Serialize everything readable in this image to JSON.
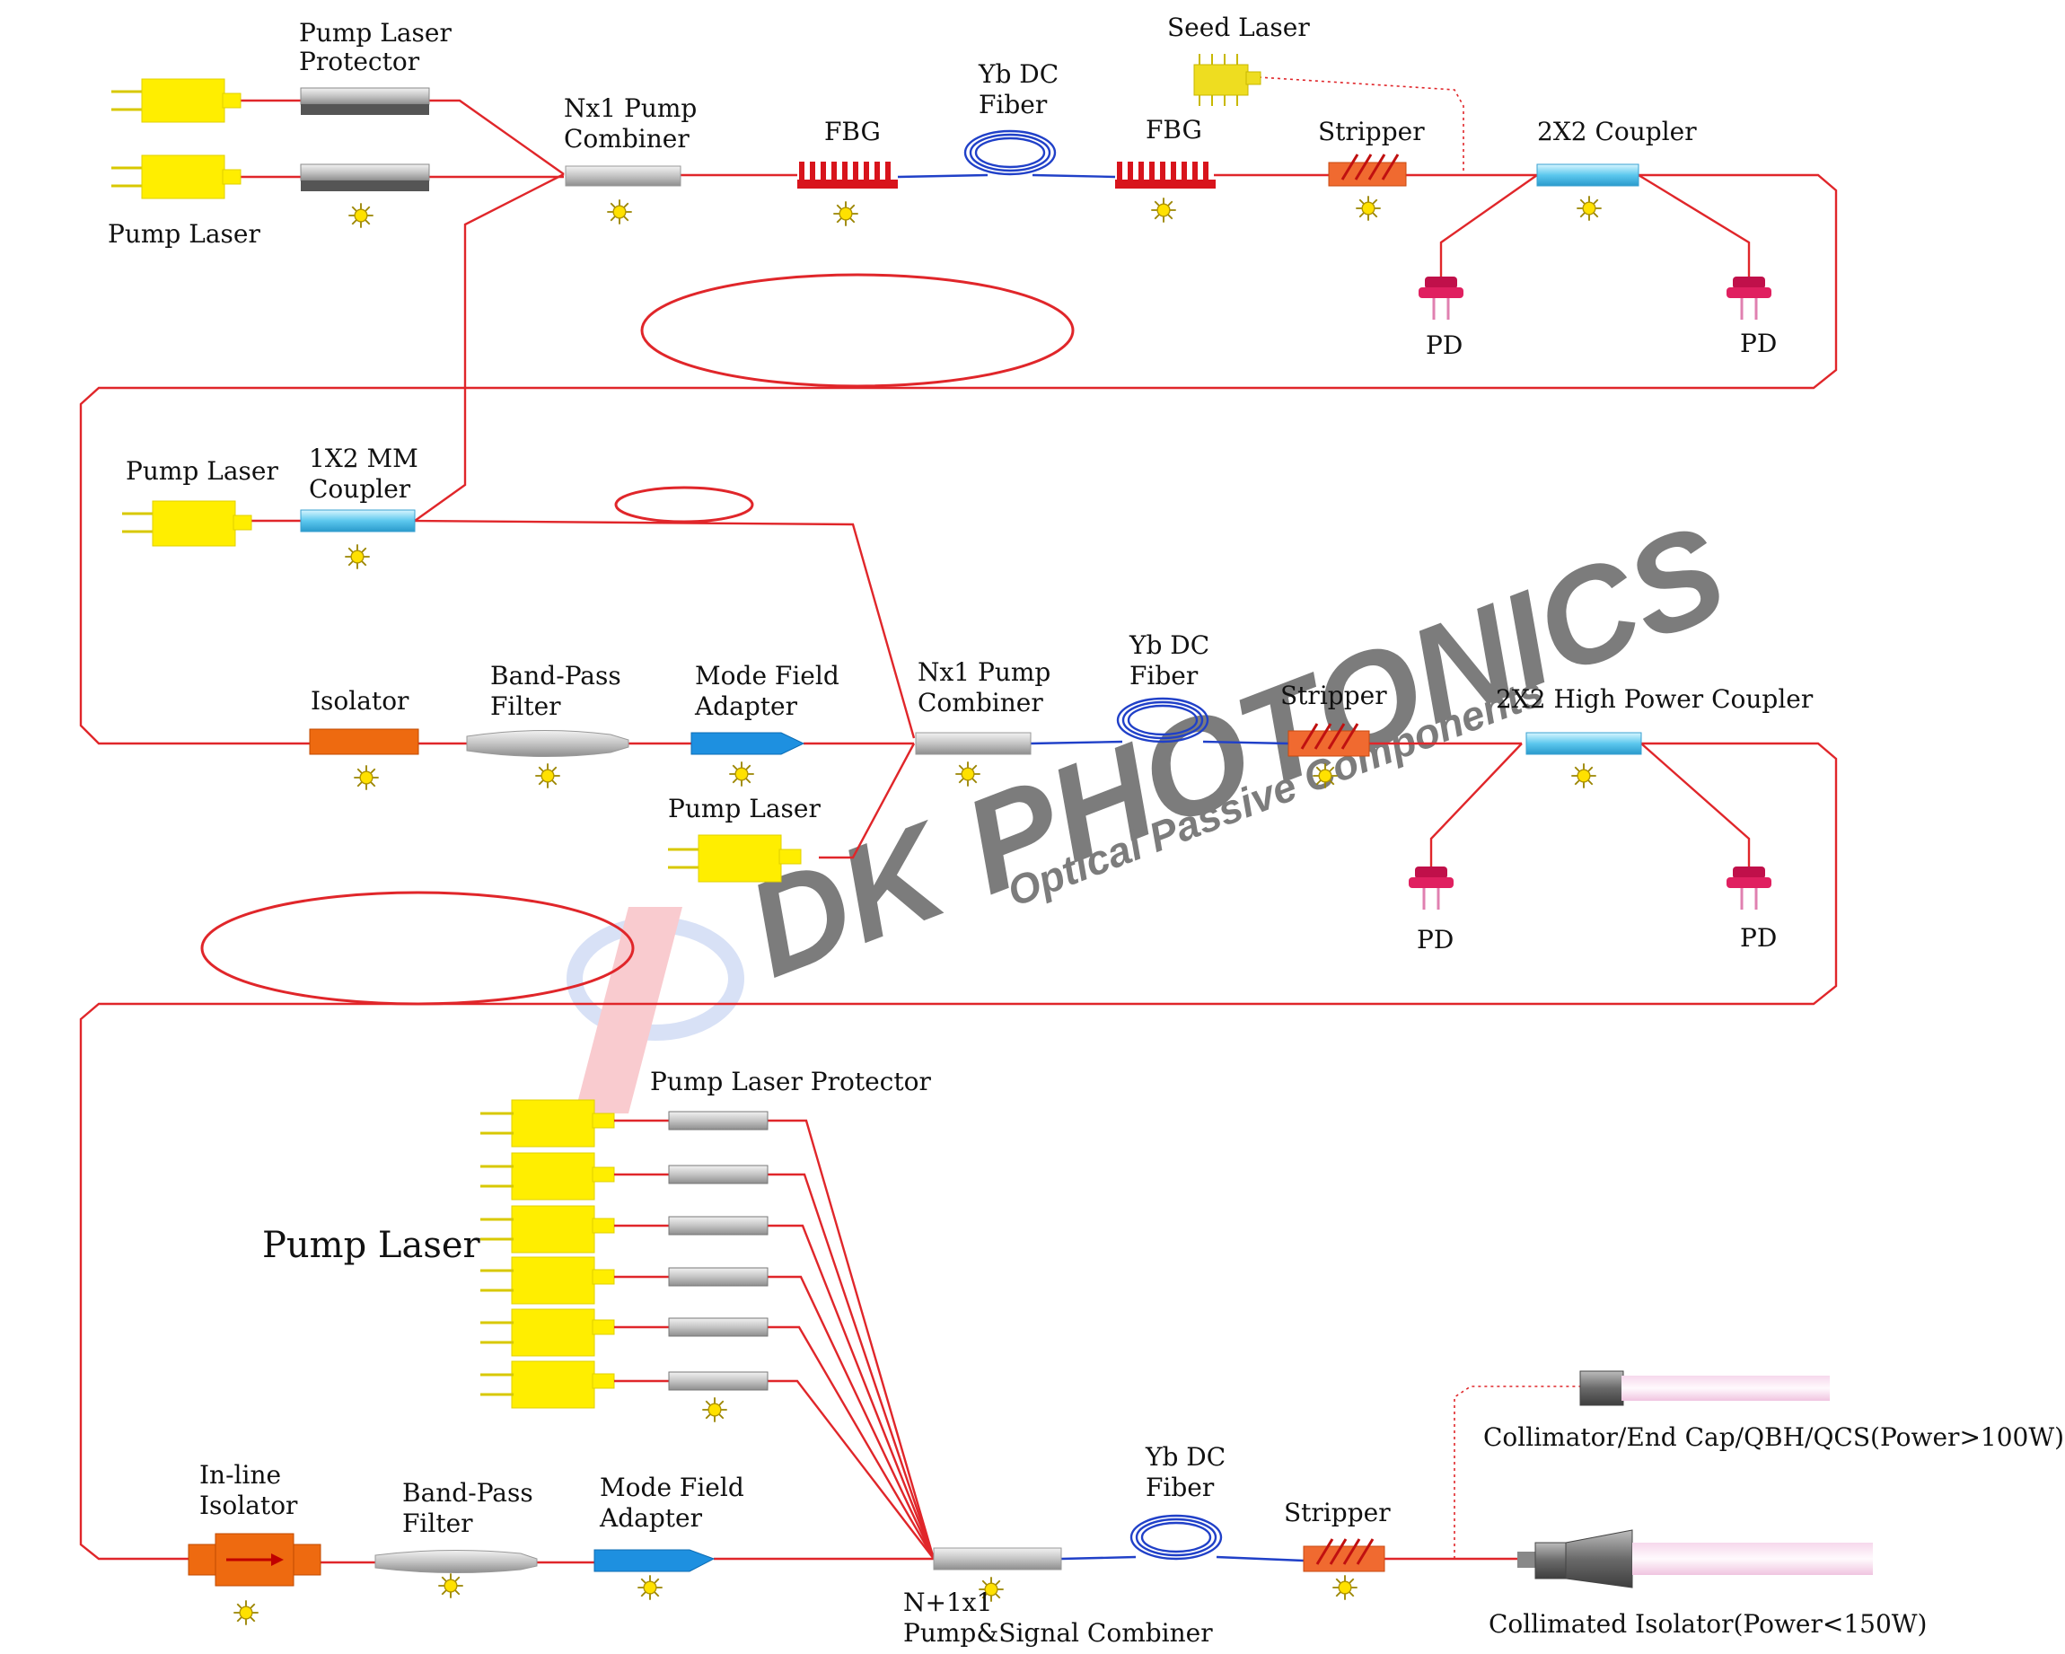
{
  "colors": {
    "fiber_red": "#e0262a",
    "fiber_blue": "#2040c8",
    "pump_yellow": "#ffee00",
    "protector_gray": "#9a9a9a",
    "combiner_silver": "#c8c8c8",
    "fbg_red": "#d8141c",
    "stripper_orange": "#f06a30",
    "coupler_cyan": "#7fd8f0",
    "isolator_orange": "#ee6a10",
    "mfa_blue": "#1e90e0",
    "pd_magenta": "#c0104a",
    "seed_yellow": "#eedd20",
    "watermark_pink": "#f4a0a8",
    "watermark_blue": "#b8c8ee"
  },
  "labels": {
    "stage1": {
      "pump_laser_protector": [
        "Pump Laser",
        "Protector"
      ],
      "pump_laser": "Pump Laser",
      "nx1_pump_combiner": [
        "Nx1 Pump",
        "Combiner"
      ],
      "fbg_left": "FBG",
      "yb_dc_fiber": [
        "Yb DC",
        "Fiber"
      ],
      "fbg_right": "FBG",
      "seed_laser": "Seed Laser",
      "stripper": "Stripper",
      "coupler_2x2": "2X2 Coupler",
      "pd_left": "PD",
      "pd_right": "PD"
    },
    "stage2": {
      "pump_laser_left": "Pump Laser",
      "mm_coupler": [
        "1X2 MM",
        "Coupler"
      ],
      "isolator": "Isolator",
      "band_pass_filter": [
        "Band-Pass",
        "Filter"
      ],
      "mode_field_adapter": [
        "Mode Field",
        "Adapter"
      ],
      "nx1_pump_combiner": [
        "Nx1 Pump",
        "Combiner"
      ],
      "pump_laser_bottom": "Pump Laser",
      "yb_dc_fiber": [
        "Yb DC",
        "Fiber"
      ],
      "stripper": "Stripper",
      "high_power_coupler": "2X2 High Power Coupler",
      "pd_left": "PD",
      "pd_right": "PD"
    },
    "stage3": {
      "pump_laser_protector": "Pump Laser Protector",
      "pump_laser": "Pump Laser",
      "inline_isolator": [
        "In-line",
        "Isolator"
      ],
      "band_pass_filter": [
        "Band-Pass",
        "Filter"
      ],
      "mode_field_adapter": [
        "Mode Field",
        "Adapter"
      ],
      "signal_combiner": [
        "N+1x1",
        "Pump&Signal Combiner"
      ],
      "yb_dc_fiber": [
        "Yb DC",
        "Fiber"
      ],
      "stripper": "Stripper",
      "collimator": "Collimator/End Cap/QBH/QCS(Power>100W)",
      "collimated_isolator": "Collimated Isolator(Power<150W)"
    }
  },
  "watermark": {
    "brand": "DK PHOTONICS",
    "tagline": "Optical Passive Components"
  }
}
